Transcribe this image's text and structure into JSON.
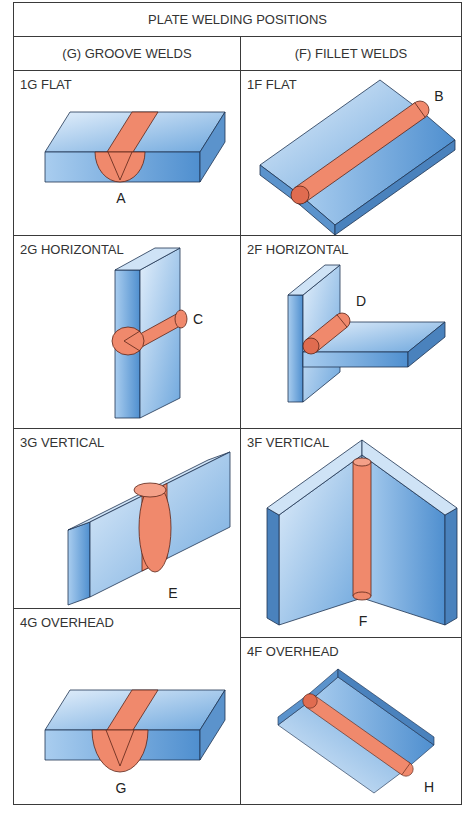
{
  "diagram": {
    "nodes": [
      {
        "text": [
          "PLATE WELDING POSITIONS"
        ]
      },
      {
        "text": [
          "(G) GROOVE WELDS"
        ]
      },
      {
        "text": [
          "(F) FILLET WELDS"
        ]
      },
      {
        "text": [
          "1G FLAT",
          "A"
        ]
      },
      {
        "text": [
          "1F FLAT",
          "B"
        ]
      },
      {
        "text": [
          "2G HORIZONTAL",
          "C"
        ]
      },
      {
        "text": [
          "2F HORIZONTAL",
          "D"
        ]
      },
      {
        "text": [
          "3G VERTICAL",
          "E"
        ]
      },
      {
        "text": [
          "3F VERTICAL",
          "F"
        ]
      },
      {
        "text": [
          "4G OVERHEAD",
          "G"
        ]
      },
      {
        "text": [
          "4F OVERHEAD",
          "H"
        ]
      }
    ]
  }
}
